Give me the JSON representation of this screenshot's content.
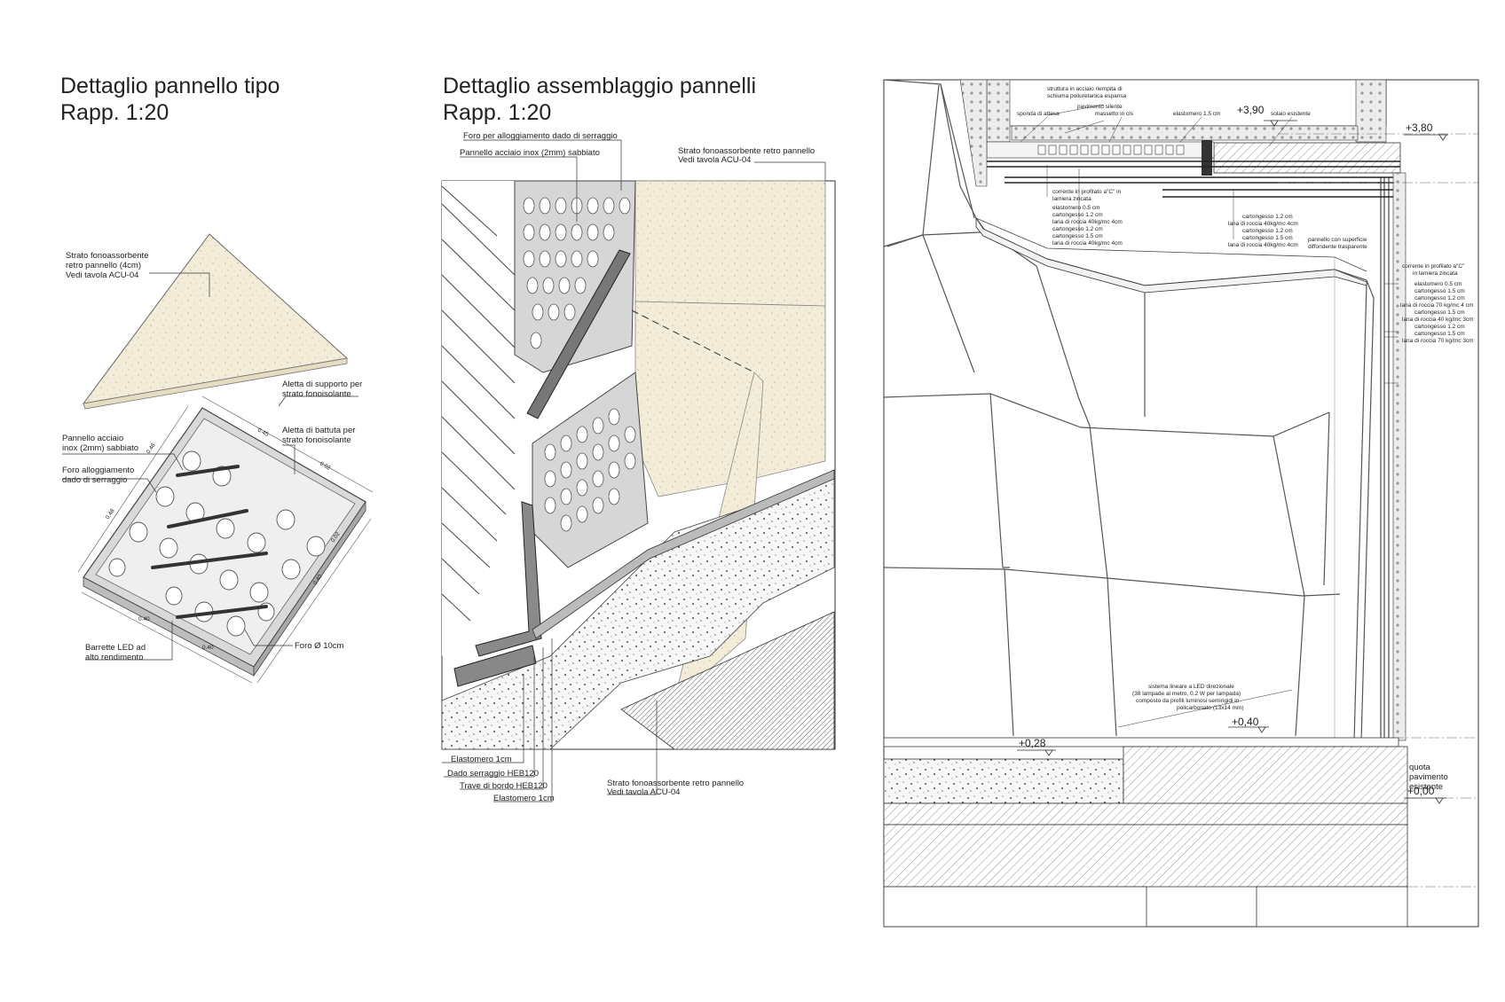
{
  "panel1": {
    "title_line1": "Dettaglio pannello tipo",
    "title_line2": "Rapp. 1:20",
    "labels": {
      "strato_1": "Strato fonoassorbente",
      "strato_2": "retro pannello (4cm)",
      "strato_3": "Vedi tavola ACU-04",
      "aletta_supp_1": "Aletta di supporto per",
      "aletta_supp_2": "strato fonoisolante",
      "pannello_1": "Pannello acciaio",
      "pannello_2": "inox (2mm) sabbiato",
      "aletta_batt_1": "Aletta di battuta per",
      "aletta_batt_2": "strato fonoisolante",
      "foro_all_1": "Foro alloggiamento",
      "foro_all_2": "dado di serraggio",
      "barrette_1": "Barrette LED ad",
      "barrette_2": "alto rendimento",
      "foro_d": "Foro Ø 10cm"
    }
  },
  "panel2": {
    "title_line1": "Dettaglio assemblaggio pannelli",
    "title_line2": "Rapp. 1:20",
    "labels": {
      "foro_dado": "Foro per alloggiamento dado di serraggio",
      "pannello": "Pannello acciaio inox (2mm) sabbiato",
      "strato_top_1": "Strato fonoassorbente retro pannello",
      "strato_top_2": "Vedi tavola ACU-04",
      "elastomero_a": "Elastomero 1cm",
      "dado": "Dado serraggio HEB120",
      "trave": "Trave di bordo HEB120",
      "elastomero_b": "Elastomero 1cm",
      "strato_bot_1": "Strato fonoassorbente retro pannello",
      "strato_bot_2": "Vedi tavola ACU-04"
    }
  },
  "panel3": {
    "levels": {
      "l390": "+3,90",
      "l380": "+3,80",
      "l040": "+0,40",
      "l028": "+0,28",
      "l000": "+0,00"
    },
    "top_labels": {
      "struttura_1": "struttura in acciaio riempita di",
      "struttura_2": "schiuma poliuretanica espansa",
      "pavimento": "pavimento silente",
      "sponda": "sponda di attesa",
      "massetto": "massetto in cls",
      "elastomero": "elastomero 1.5 cm",
      "solaio": "solaio esistente"
    },
    "ceiling_left": {
      "corrente_1": "corrente in profilato a\"C\" in",
      "corrente_2": "lamiera zincata",
      "items": [
        "elastomero 0.5 cm",
        "cartongesso 1.2 cm",
        "lana di roccia 40kg/mc 4cm",
        "cartongesso 1.2 cm",
        "cartongesso 1.5 cm",
        "lana di roccia 40kg/mc 4cm"
      ]
    },
    "ceiling_right": {
      "items": [
        "cartongesso 1.2 cm",
        "lana di roccia 40kg/mc 4cm",
        "cartongesso 1.2 cm",
        "cartongesso 1.5 cm",
        "lana di roccia 40kg/mc 4cm"
      ],
      "pannello_1": "pannello con superficie",
      "pannello_2": "diffondente trasparente"
    },
    "wall_right": {
      "corrente_1": "corrente in profilato a\"C\"",
      "corrente_2": "in lamiera zincata",
      "items": [
        "elastomero 0.5 cm",
        "cartongesso 1.5 cm",
        "cartongesso 1.2 cm",
        "lana di roccia 70 kg/mc 4 cm",
        "cartongesso 1.5 cm",
        "lana di roccia 40 kg/mc 3cm",
        "cartongesso 1.2 cm",
        "cartongesso 1.5 cm",
        "lana di roccia 70 kg/mc 3cm"
      ]
    },
    "led": {
      "line1": "sistema lineare a LED direzionale",
      "line2": "(38 lampade al metro, 0.2 W per lampada)",
      "line3": "composto da profili luminosi semirigidi in",
      "line4": "policarbonato (13x14 mm)"
    },
    "quota": {
      "line1": "quota",
      "line2": "pavimento",
      "line3": "esistente"
    }
  }
}
